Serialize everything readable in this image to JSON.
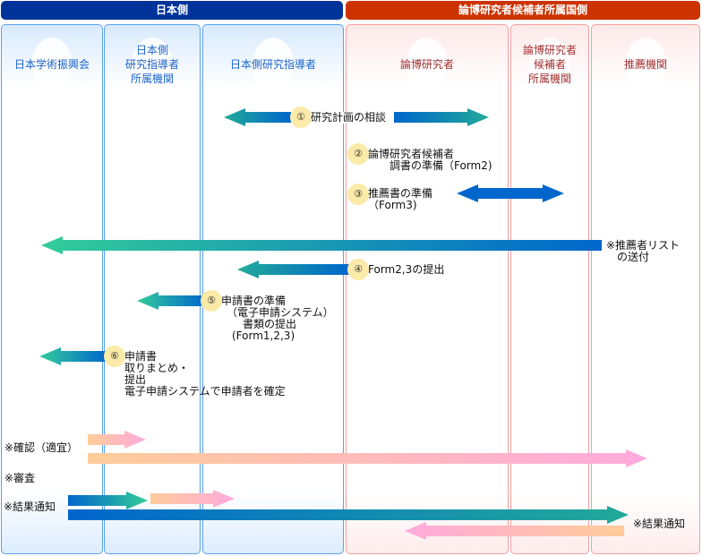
{
  "headers": {
    "japan": "日本側",
    "foreign": "論博研究者候補者所属国側"
  },
  "columns": [
    "日本学術振興会",
    "日本側\n研究指導者\n所属機関",
    "日本側研究指導者",
    "論博研究者",
    "論博研究者\n候補者\n所属機関",
    "推薦機関"
  ],
  "steps": {
    "s1": {
      "num": "①",
      "text": "研究計画の相談"
    },
    "s2": {
      "num": "②",
      "text": "論博研究者候補者\n　　調書の準備（Form2)"
    },
    "s3": {
      "num": "③",
      "text": "推薦書の準備\n（Form3)"
    },
    "s4": {
      "num": "④",
      "text": "Form2,3の提出"
    },
    "s5": {
      "num": "⑤",
      "text": "申請書の準備\n　（電子申請システム）\n　　書類の提出\n　(Form1,2,3)"
    },
    "s6": {
      "num": "⑥",
      "text": "申請書\n取りまとめ・\n提出\n電子申請システムで申請者を確定"
    }
  },
  "notes": {
    "list": "※推薦者リスト\n　の送付",
    "confirm": "※確認（適宜）",
    "review": "※審査",
    "result_left": "※結果通知",
    "result_right": "※結果通知"
  },
  "colors": {
    "japan": "#003399",
    "foreign": "#cc3300",
    "blue": "#0066cc",
    "teal": "#22aa99",
    "green": "#33cc99",
    "orange": "#ffcc99",
    "pink": "#ffaadd"
  }
}
